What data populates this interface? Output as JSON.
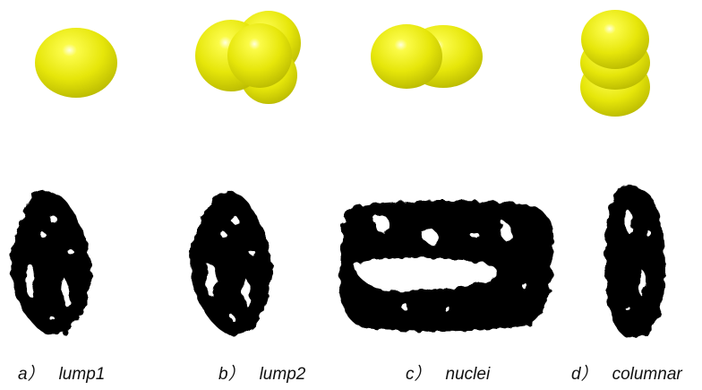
{
  "panels": [
    {
      "letter": "a）",
      "name": "lump1"
    },
    {
      "letter": "b）",
      "name": "lump2"
    },
    {
      "letter": "c）",
      "name": "nuclei"
    },
    {
      "letter": "d）",
      "name": "columnar"
    }
  ],
  "colors": {
    "sphere": "#e6e60a",
    "sphere_highlight": "#ffffe8",
    "sphere_shadow": "#a8a800",
    "particle": "#000000",
    "background": "#ffffff"
  }
}
